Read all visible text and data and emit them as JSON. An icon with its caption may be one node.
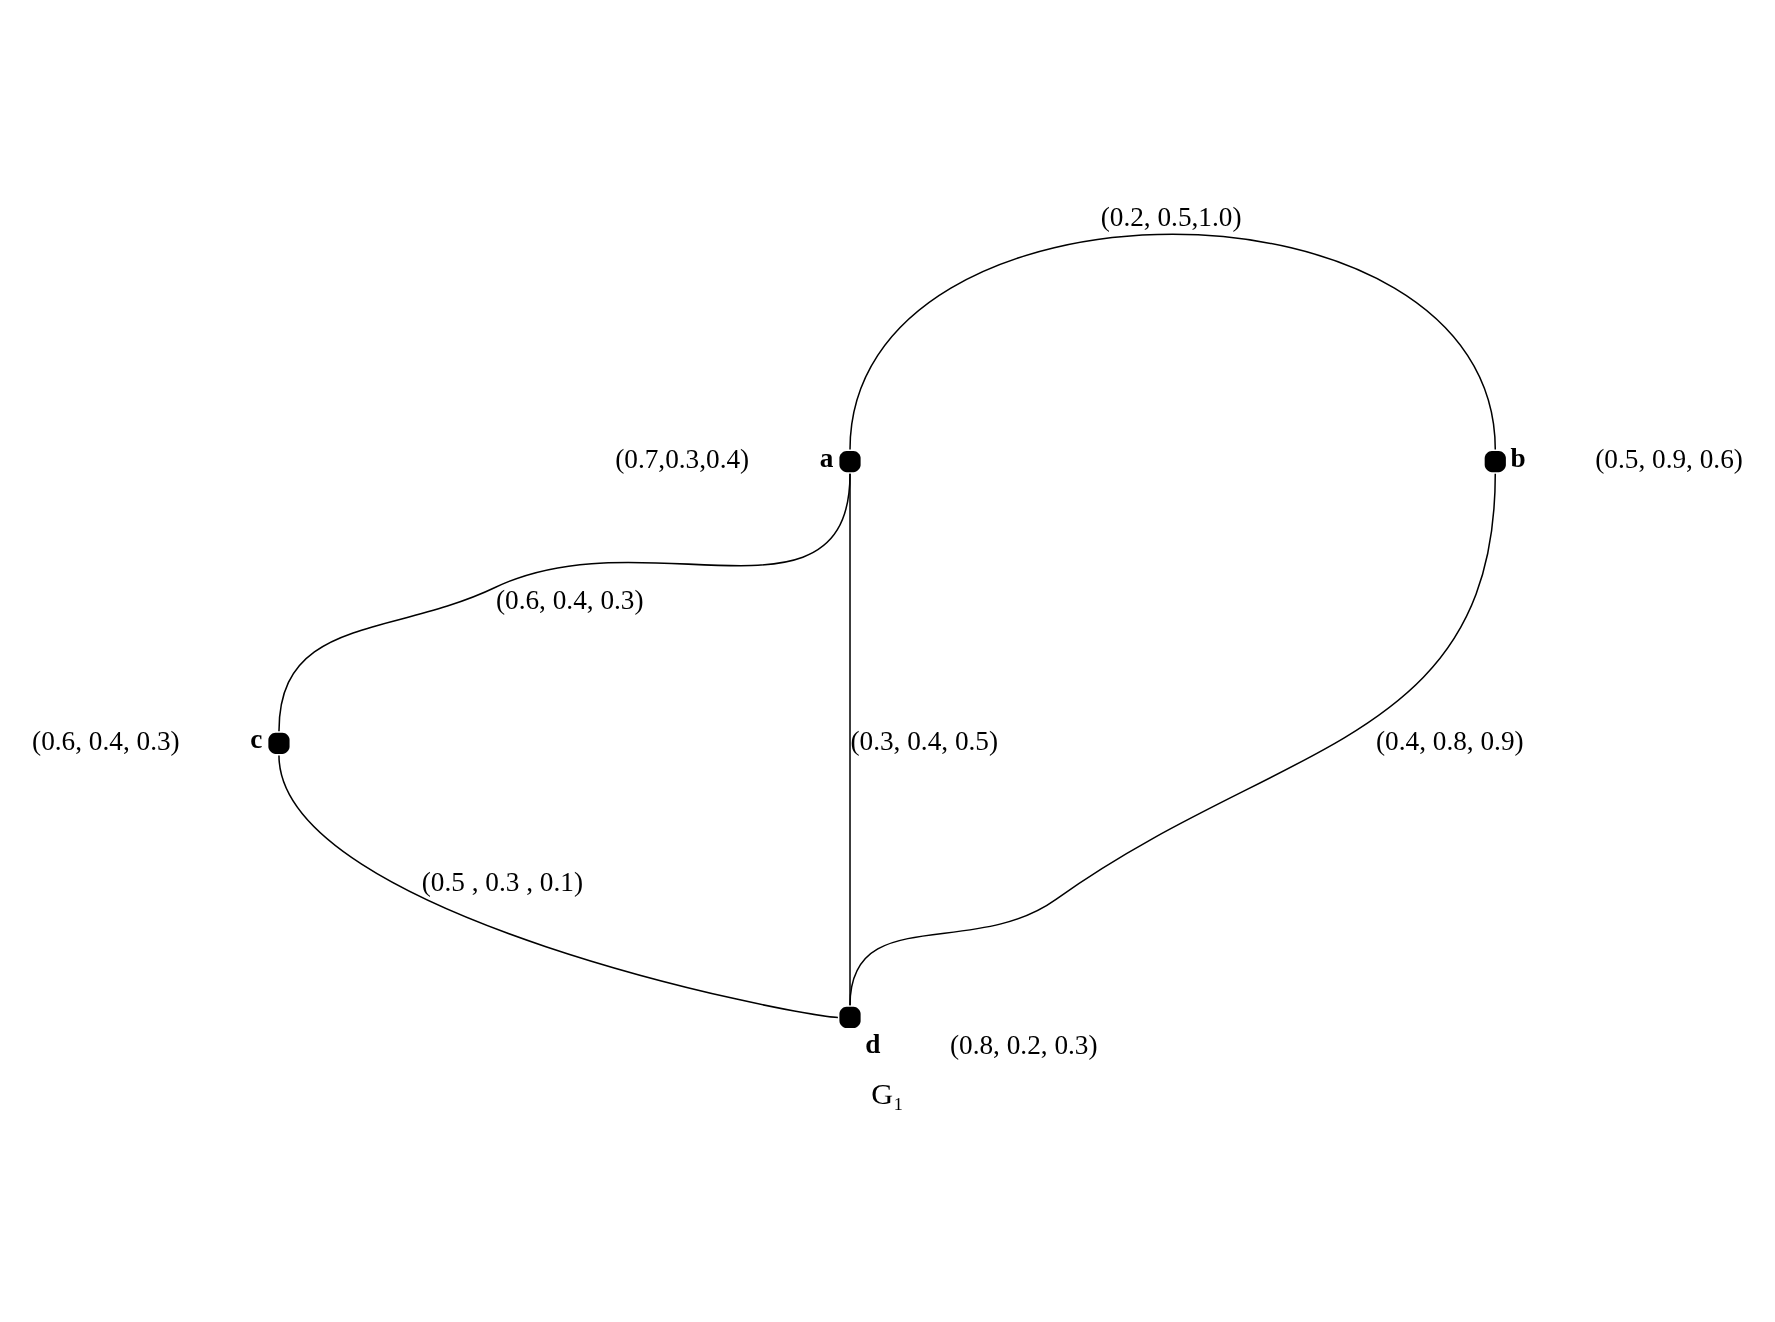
{
  "diagram": {
    "caption": "G₁",
    "nodes": [
      {
        "text": [
          "a"
        ],
        "beside": [
          "(0.7,0.3,0.4)"
        ]
      },
      {
        "text": [
          "b"
        ],
        "beside": [
          "(0.5, 0.9, 0.6)"
        ]
      },
      {
        "text": [
          "c"
        ],
        "beside": [
          "(0.6, 0.4, 0.3)"
        ]
      },
      {
        "text": [
          "d"
        ],
        "beside": [
          "(0.8, 0.2, 0.3)"
        ]
      }
    ],
    "edges": [
      {
        "from": 0,
        "to": 1,
        "arrow": "none",
        "label": "(0.2, 0.5,1.0)"
      },
      {
        "from": 0,
        "to": 3,
        "arrow": "none",
        "label": "(0.3, 0.4, 0.5)"
      },
      {
        "from": 1,
        "to": 3,
        "arrow": "none",
        "label": "(0.4, 0.8, 0.9)"
      },
      {
        "from": 0,
        "to": 2,
        "arrow": "none",
        "label": "(0.6, 0.4, 0.3)"
      },
      {
        "from": 2,
        "to": 3,
        "arrow": "none",
        "label": "(0.5 , 0.3 , 0.1)"
      }
    ]
  }
}
